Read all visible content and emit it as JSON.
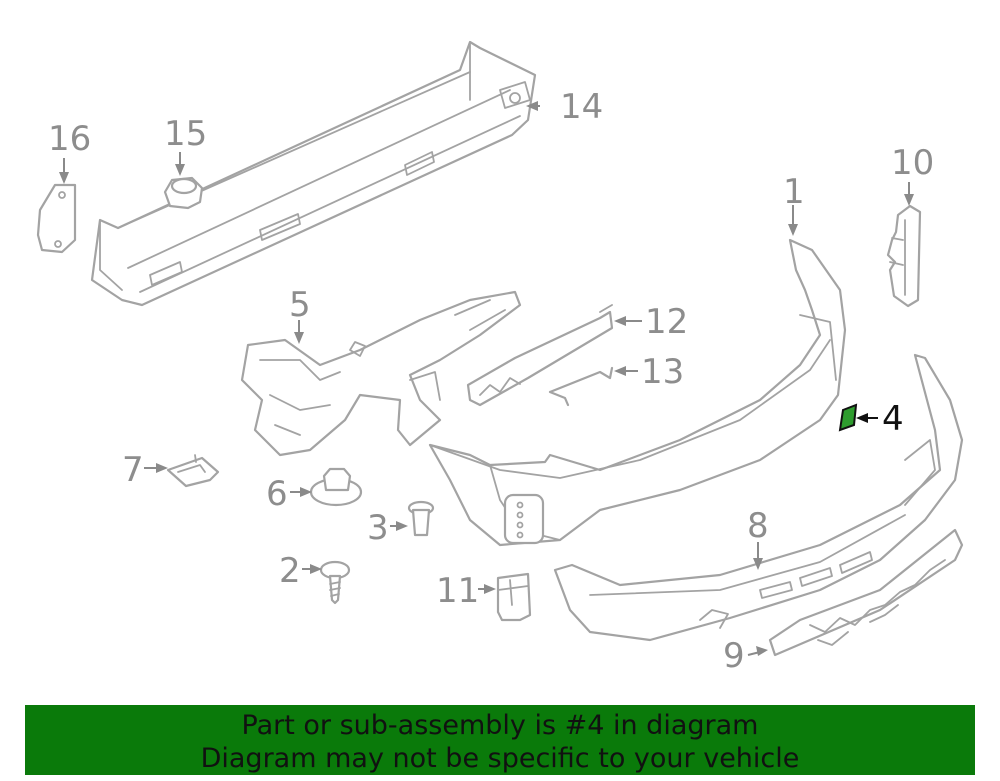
{
  "callouts": {
    "c1": "1",
    "c2": "2",
    "c3": "3",
    "c4": "4",
    "c5": "5",
    "c6": "6",
    "c7": "7",
    "c8": "8",
    "c9": "9",
    "c10": "10",
    "c11": "11",
    "c12": "12",
    "c13": "13",
    "c14": "14",
    "c15": "15",
    "c16": "16"
  },
  "highlight": {
    "part_number": "4",
    "color": "#0a7a0a"
  },
  "banner": {
    "line1": "Part or sub-assembly is #4 in diagram",
    "line2": "Diagram may not be specific to your vehicle",
    "background": "#0a7a0a"
  }
}
